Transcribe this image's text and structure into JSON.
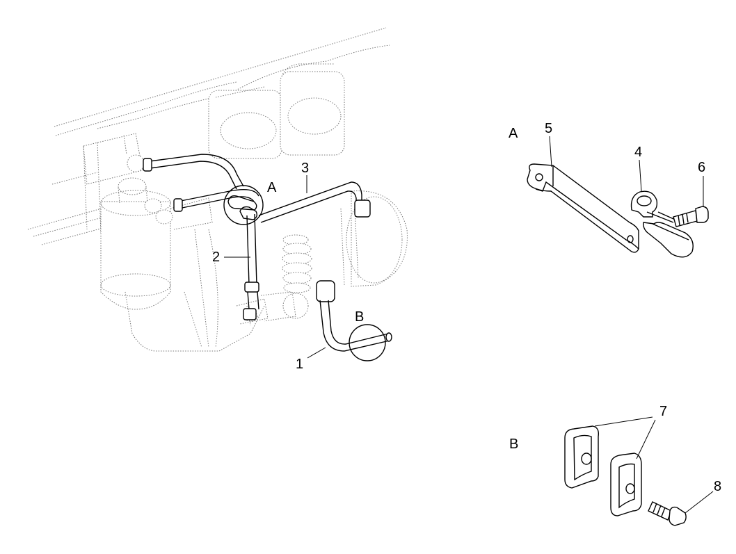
{
  "labels": {
    "part_1": "1",
    "part_2": "2",
    "part_3": "3",
    "part_4": "4",
    "part_5": "5",
    "part_6": "6",
    "part_7": "7",
    "part_8": "8",
    "detail_a_callout": "A",
    "detail_b_callout": "B",
    "detail_a_title": "A",
    "detail_b_title": "B"
  }
}
